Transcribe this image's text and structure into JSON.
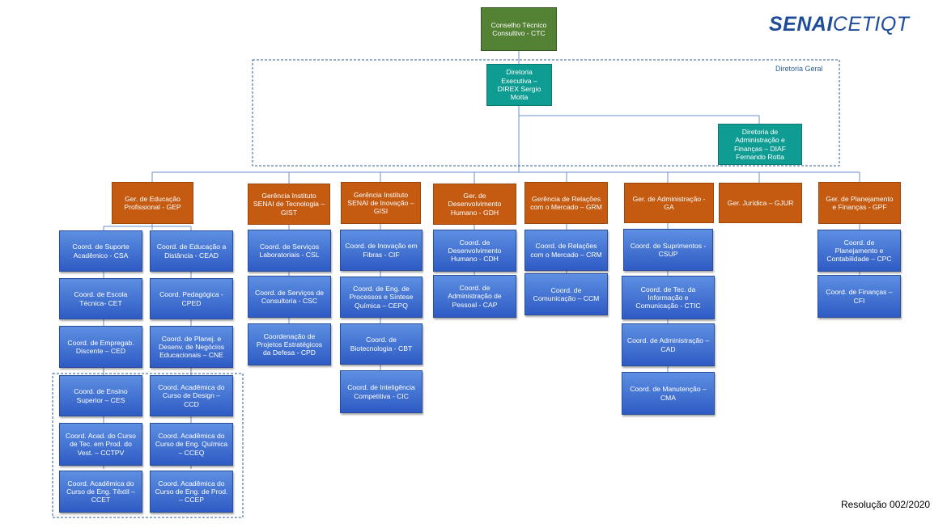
{
  "logo": {
    "primary": "SENAI",
    "secondary": "CETIQT"
  },
  "labels": {
    "diretoria_geral": "Diretoria Geral",
    "resolution": "Resolução 002/2020"
  },
  "top": {
    "ctc": "Conselho Técnico Consultivo - CTC",
    "direx": "Diretoria Executiva – DIREX Sergio Motta",
    "diaf": "Diretoria de Administração e Finanças – DIAF Fernando Rotta"
  },
  "managements": [
    "Ger. de Educação Profissional - GEP",
    "Gerência Instituto SENAI de Tecnologia – GIST",
    "Gerência Instituto SENAI de Inovação – GISI",
    "Ger. de Desenvolvimento Humano - GDH",
    "Gerência de Relações com o Mercado – GRM",
    "Ger. de Administração - GA",
    "Ger. Jurídica – GJUR",
    "Ger. de Planejamento e Finanças - GPF"
  ],
  "gep_left": [
    "Coord. de Suporte Acadêmico - CSA",
    "Coord. de Escola Técnica- CET",
    "Coord. de Empregab. Discente – CED",
    "Coord. de Ensino Superior – CES",
    "Coord. Acad. do Curso de Tec. em Prod. do Vest. – CCTPV",
    "Coord. Acadêmica do Curso de Eng. Têxtil – CCET"
  ],
  "gep_right": [
    "Coord. de Educação a Distância - CEAD",
    "Coord. Pedagógica - CPED",
    "Coord. de Planej. e Desenv. de Negócios Educacionais – CNE",
    "Coord. Acadêmica do Curso de Design – CCD",
    "Coord. Acadêmica do Curso de Eng. Química – CCEQ",
    "Coord. Acadêmica do Curso de Eng. de Prod. – CCEP"
  ],
  "gist": [
    "Coord. de Serviços Laboratoriais - CSL",
    "Coord. de Serviços de Consultoria - CSC",
    "Coordenação de Projetos Estratégicos da Defesa - CPD"
  ],
  "gisi": [
    "Coord. de Inovação em Fibras - CIF",
    "Coord. de Eng. de Processos e Síntese Química – CEPQ",
    "Coord. de Biotecnologia - CBT",
    "Coord. de Inteligência Competitiva - CIC"
  ],
  "gdh": [
    "Coord. de Desenvolvimento Humano - CDH",
    "Coord. de Administração de Pessoal - CAP"
  ],
  "grm": [
    "Coord. de Relações com o Mercado – CRM",
    "Coord. de Comunicação – CCM"
  ],
  "ga": [
    "Coord. de Suprimentos - CSUP",
    "Coord. de Tec. da Informação e Comunicação - CTIC",
    "Coord. de Administração – CAD",
    "Coord. de Manutenção – CMA"
  ],
  "gpf": [
    "Coord. de Planejamento e Contabilidade – CPC",
    "Coord. de Finanças – CFI"
  ],
  "colors": {
    "council": "#548235",
    "board": "#0f9d93",
    "management": "#c55a11",
    "coordination": "#3f6fd6",
    "logo": "#1e4c9a"
  }
}
